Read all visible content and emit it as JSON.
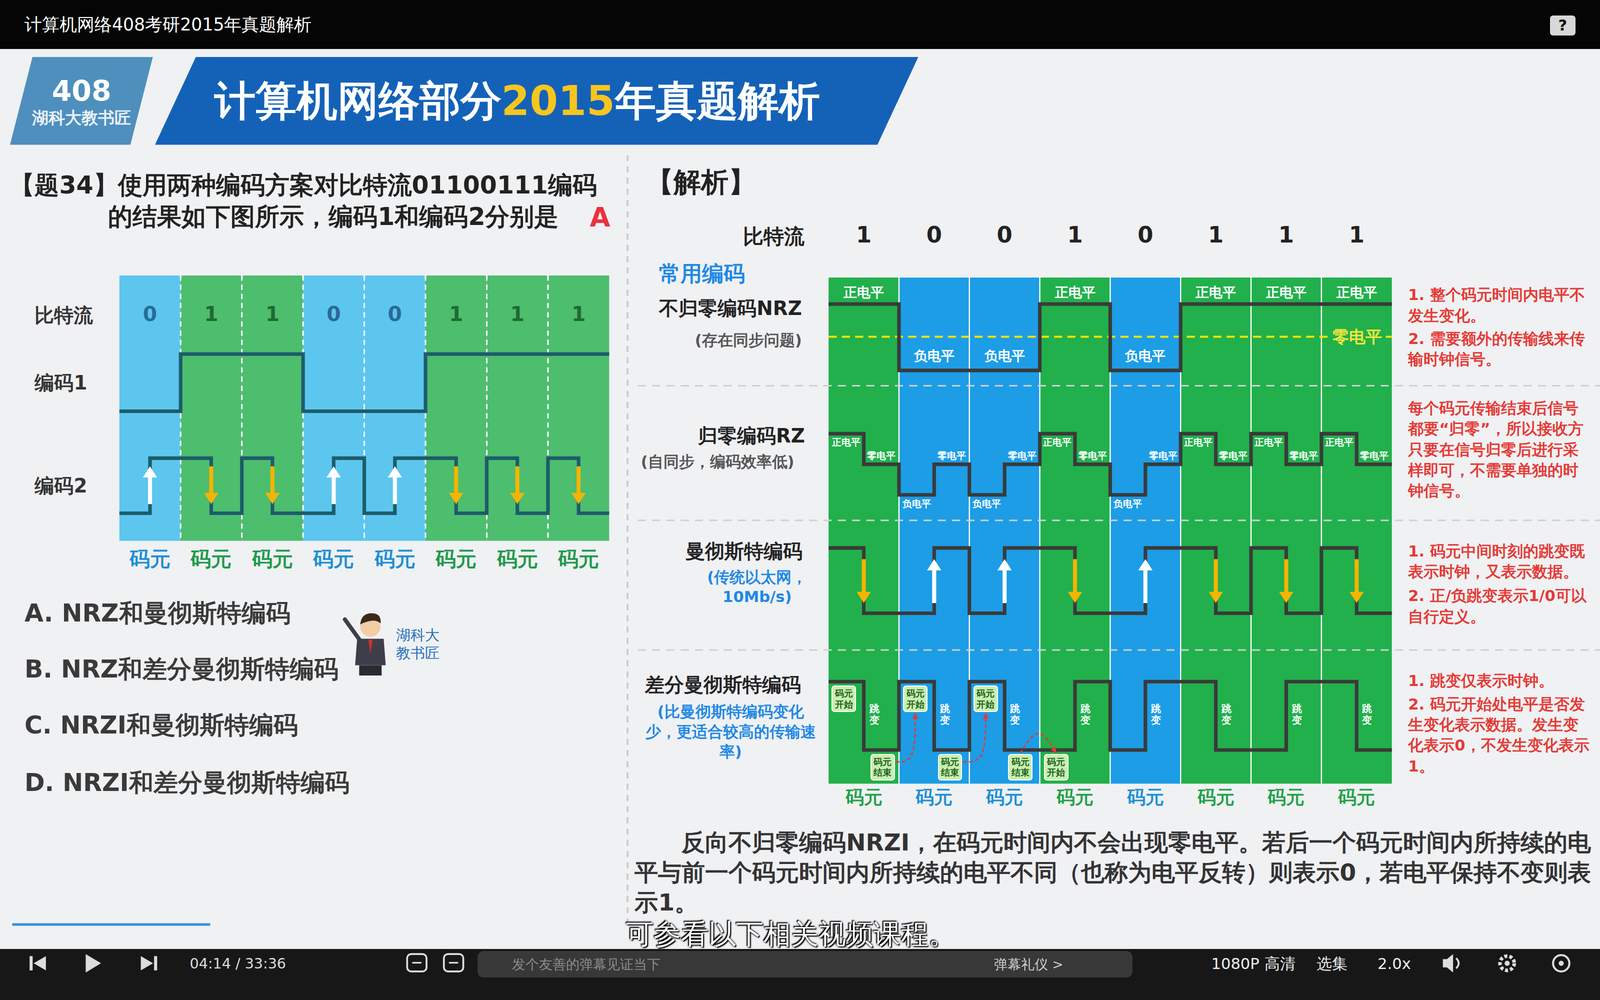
{
  "diagram": {
    "title": "计算机网络408考研2015年真题解析",
    "nodes": [
      {
        "text": [
          "408",
          "湖科大教书匠"
        ]
      },
      {
        "text": [
          "计算机网络部分",
          "2015",
          "年真题解析"
        ]
      },
      {
        "text": [
          "码元 开始"
        ]
      },
      {
        "text": [
          "码元 结束"
        ]
      },
      {
        "text": [
          "码元 开始"
        ]
      },
      {
        "text": [
          "码元 结束"
        ]
      },
      {
        "text": [
          "码元 开始"
        ]
      },
      {
        "text": [
          "码元 结束"
        ]
      },
      {
        "text": [
          "码元 开始"
        ]
      },
      {
        "text": [
          "发个友善的弹幕见证当下",
          "弹幕礼仪 >"
        ]
      }
    ],
    "edges": [
      {
        "from": 3,
        "to": 4,
        "arrow": "to"
      },
      {
        "from": 5,
        "to": 6,
        "arrow": "to"
      },
      {
        "from": 7,
        "to": 8,
        "arrow": "to"
      }
    ],
    "labels": [
      "?",
      "【题34】使用两种编码方案对比特流01100111编码的结果如下图所示，编码1和编码2分别是",
      "A",
      "比特流",
      "0",
      "1",
      "1",
      "0",
      "0",
      "1",
      "1",
      "1",
      "编码1",
      "编码2",
      "码元",
      "码元",
      "码元",
      "码元",
      "码元",
      "码元",
      "码元",
      "码元",
      "A. NRZ和曼彻斯特编码",
      "B. NRZ和差分曼彻斯特编码",
      "C. NRZI和曼彻斯特编码",
      "D. NRZI和差分曼彻斯特编码",
      "湖科大 教书匠",
      "【解析】",
      "比特流",
      "1",
      "0",
      "0",
      "1",
      "0",
      "1",
      "1",
      "1",
      "常用编码",
      "不归零编码NRZ",
      "(存在同步问题)",
      "正电平",
      "正电平",
      "正电平",
      "正电平",
      "正电平",
      "负电平",
      "负电平",
      "负电平",
      "零电平",
      "1. 整个码元时间内电平不发生变化。",
      "2. 需要额外的传输线来传输时钟信号。",
      "归零编码RZ",
      "(自同步，编码效率低)",
      "正电平",
      "零电平",
      "零电平",
      "负电平",
      "零电平",
      "负电平",
      "正电平",
      "零电平",
      "零电平",
      "负电平",
      "正电平",
      "零电平",
      "正电平",
      "零电平",
      "正电平",
      "零电平",
      "每个码元传输结束后信号都要“归零”，所以接收方只要在信号归零后进行采样即可，不需要单独的时钟信号。",
      "曼彻斯特编码",
      "(传统以太网，10Mb/s)",
      "1. 码元中间时刻的跳变既表示时钟，又表示数据。",
      "2. 正/负跳变表示1/0可以自行定义。",
      "差分曼彻斯特编码",
      "(比曼彻斯特编码变化少，更适合较高的传输速率)",
      "跳变",
      "跳变",
      "跳变",
      "跳变",
      "跳变",
      "跳变",
      "跳变",
      "跳变",
      "1. 跳变仅表示时钟。",
      "2. 码元开始处电平是否发生变化表示数据。发生变化表示0，不发生变化表示1。",
      "码元",
      "码元",
      "码元",
      "码元",
      "码元",
      "码元",
      "码元",
      "码元",
      "反向不归零编码NRZI，在码元时间内不会出现零电平。若后一个码元时间内所持续的电平与前一个码元时间内所持续的电平不同（也称为电平反转）则表示0，若电平保持不变则表示1。",
      "可参看以下相关视频课程。",
      "04:14 / 33:36",
      "1080P 高清",
      "选集",
      "2.0x"
    ]
  }
}
